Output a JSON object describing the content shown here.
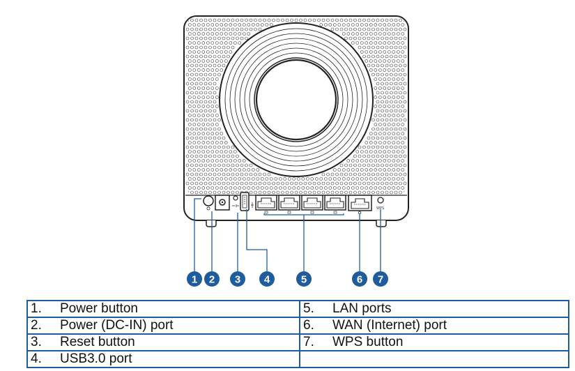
{
  "callouts": [
    {
      "number": "1",
      "label": "Power button"
    },
    {
      "number": "2",
      "label": "Power (DC-IN) port"
    },
    {
      "number": "3",
      "label": "Reset button"
    },
    {
      "number": "4",
      "label": "USB3.0 port"
    },
    {
      "number": "5",
      "label": "LAN ports"
    },
    {
      "number": "6",
      "label": "WAN (Internet) port"
    },
    {
      "number": "7",
      "label": "WPS button"
    }
  ],
  "legend": {
    "rows": [
      {
        "left_num": "1.",
        "left_text": "Power button",
        "right_num": "5.",
        "right_text": "LAN ports"
      },
      {
        "left_num": "2.",
        "left_text": "Power (DC-IN) port",
        "right_num": "6.",
        "right_text": "WAN (Internet) port"
      },
      {
        "left_num": "3.",
        "left_text": "Reset button",
        "right_num": "7.",
        "right_text": "WPS button"
      },
      {
        "left_num": "4.",
        "left_text": "USB3.0 port",
        "right_num": "",
        "right_text": ""
      }
    ]
  },
  "device_labels": {
    "wps": "WPS"
  },
  "colors": {
    "callout_fill": "#1f5c9e",
    "table_border": "#1f5c9e",
    "line_art": "#222222"
  }
}
